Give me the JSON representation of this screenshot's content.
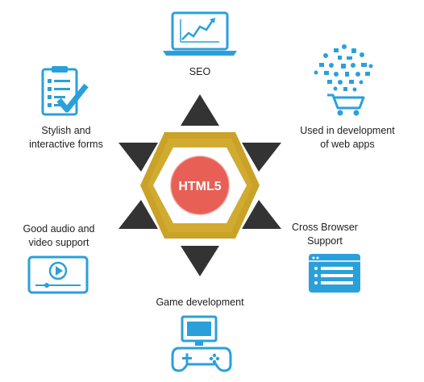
{
  "center": {
    "label": "HTML5"
  },
  "features": {
    "seo": {
      "lines": [
        "SEO"
      ],
      "icon": "chart-laptop-icon"
    },
    "forms": {
      "lines": [
        "Stylish and",
        "interactive forms"
      ],
      "icon": "checklist-clipboard-icon"
    },
    "webapps": {
      "lines": [
        "Used in development",
        "of web apps"
      ],
      "icon": "shopping-cart-cloud-icon"
    },
    "audio": {
      "lines": [
        "Good audio and",
        "video support"
      ],
      "icon": "video-player-icon"
    },
    "browser": {
      "lines": [
        "Cross Browser",
        "Support"
      ],
      "icon": "browser-window-icon"
    },
    "game": {
      "lines": [
        "Game development"
      ],
      "icon": "gamepad-icon"
    }
  },
  "colors": {
    "accent_blue": "#2aa0db",
    "hex_gold": "#c9a227",
    "hex_gold_dark": "#a8861a",
    "center_red": "#e85f55",
    "triangle": "#333333"
  }
}
